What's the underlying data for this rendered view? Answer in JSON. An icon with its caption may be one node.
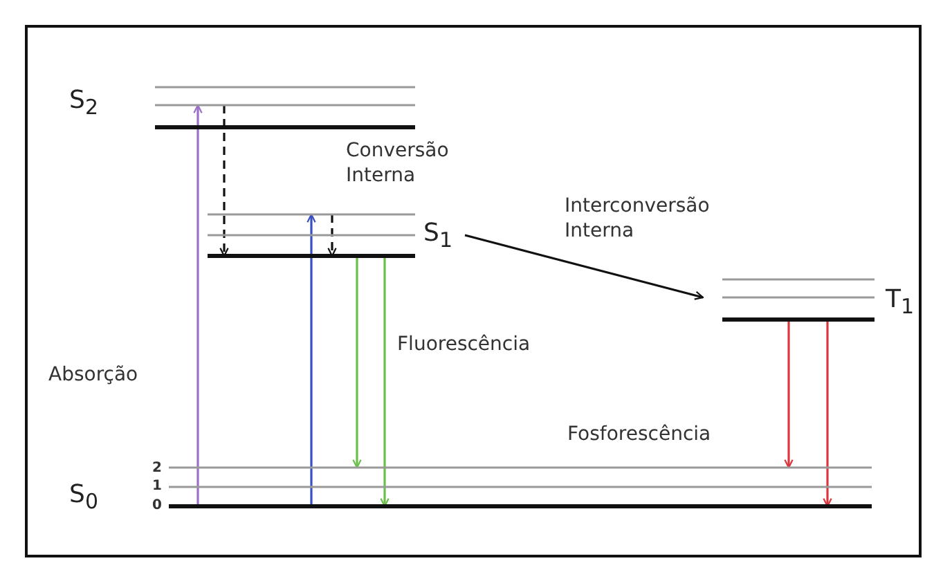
{
  "diagram": {
    "nodes": [
      {
        "text": [
          "S$_{2}$"
        ]
      },
      {
        "text": [
          "S$_{1}$"
        ]
      },
      {
        "text": [
          "T$_{1}$"
        ]
      },
      {
        "text": [
          "S$_{0}$"
        ]
      }
    ],
    "edges": [
      {
        "from": 3,
        "to": 0,
        "arrow": "to",
        "color": "#9b6fc9"
      },
      {
        "from": 3,
        "to": 1,
        "arrow": "to",
        "color": "#3a4fc0"
      },
      {
        "from": 0,
        "to": 1,
        "arrow": "to",
        "style": "dashed",
        "color": "#111111"
      },
      {
        "from": 1,
        "to": 1,
        "arrow": "to",
        "style": "dashed",
        "color": "#111111"
      },
      {
        "from": 1,
        "to": 3,
        "arrow": "to",
        "color": "#6cc04a"
      },
      {
        "from": 1,
        "to": 3,
        "arrow": "to",
        "color": "#6cc04a"
      },
      {
        "from": 1,
        "to": 2,
        "arrow": "to",
        "color": "#111111"
      },
      {
        "from": 2,
        "to": 3,
        "arrow": "to",
        "color": "#d9363e"
      },
      {
        "from": 2,
        "to": 3,
        "arrow": "to",
        "color": "#d9363e"
      }
    ],
    "labels": [
      "Conversão Interna",
      "Interconversão Interna",
      "Fluorescência",
      "Absorção",
      "Fosforescência",
      "2",
      "1",
      "0"
    ]
  }
}
